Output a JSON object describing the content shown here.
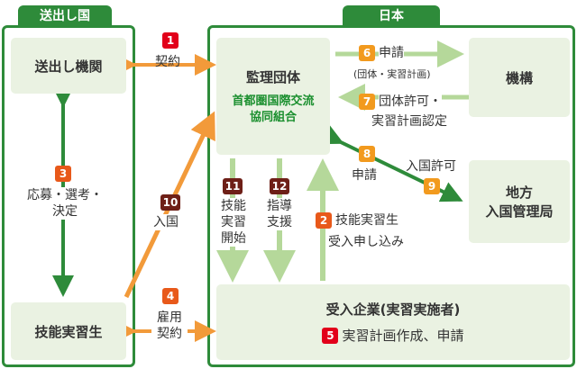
{
  "regions": {
    "sending_country": "送出し国",
    "japan": "日本"
  },
  "nodes": {
    "sending_org": "送出し機関",
    "trainee": "技能実習生",
    "supervising_org": "監理団体",
    "supervising_org_name_1": "首都圏国際交流",
    "supervising_org_name_2": "協同組合",
    "kikou": "機構",
    "immigration_1": "地方",
    "immigration_2": "入国管理局",
    "company": "受入企業(実習実施者)"
  },
  "steps": {
    "s1": {
      "num": "1",
      "label": "契約"
    },
    "s2": {
      "num": "2",
      "label1": "技能実習生",
      "label2": "受入申し込み"
    },
    "s3": {
      "num": "3",
      "label1": "応募・選考・",
      "label2": "決定"
    },
    "s4": {
      "num": "4",
      "label1": "雇用",
      "label2": "契約"
    },
    "s5": {
      "num": "5",
      "label": "実習計画作成、申請"
    },
    "s6": {
      "num": "6",
      "label": "申請",
      "sub": "(団体・実習計画)"
    },
    "s7": {
      "num": "7",
      "label1": "団体許可・",
      "label2": "実習計画認定"
    },
    "s8": {
      "num": "8",
      "label": "申請"
    },
    "s9": {
      "num": "9",
      "label": "入国許可"
    },
    "s10": {
      "num": "10",
      "label": "入国"
    },
    "s11": {
      "num": "11",
      "label1": "技能",
      "label2": "実習",
      "label3": "開始"
    },
    "s12": {
      "num": "12",
      "label1": "指導",
      "label2": "支援"
    }
  },
  "colors": {
    "frame": "#2e8b3a",
    "box": "#eaf2e2",
    "arrow_light": "#b5d89a",
    "arrow_green": "#2e8b3a",
    "arrow_orange": "#f29a3a"
  }
}
